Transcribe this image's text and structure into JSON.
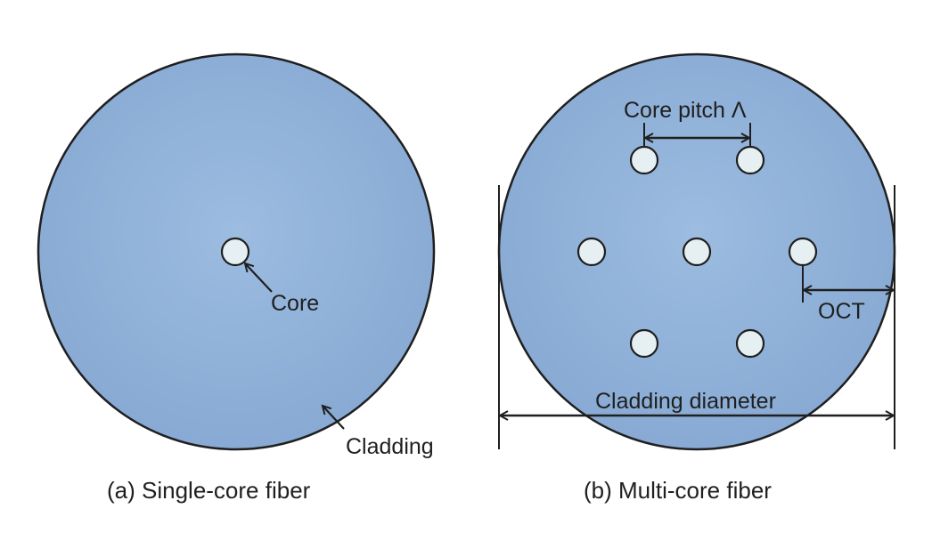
{
  "colors": {
    "cladding_fill": "#8fb0d6",
    "cladding_edge": "#6f97c6",
    "core_fill": "#e6f0f3",
    "stroke": "#1f1f1f",
    "background": "#ffffff"
  },
  "panel_a": {
    "label_core": "Core",
    "label_cladding": "Cladding",
    "caption": "(a) Single-core fiber"
  },
  "panel_b": {
    "label_core_pitch": "Core pitch Λ",
    "label_oct": "OCT",
    "label_cladding_diameter": "Cladding diameter",
    "caption": "(b) Multi-core fiber",
    "core_count": 7
  }
}
